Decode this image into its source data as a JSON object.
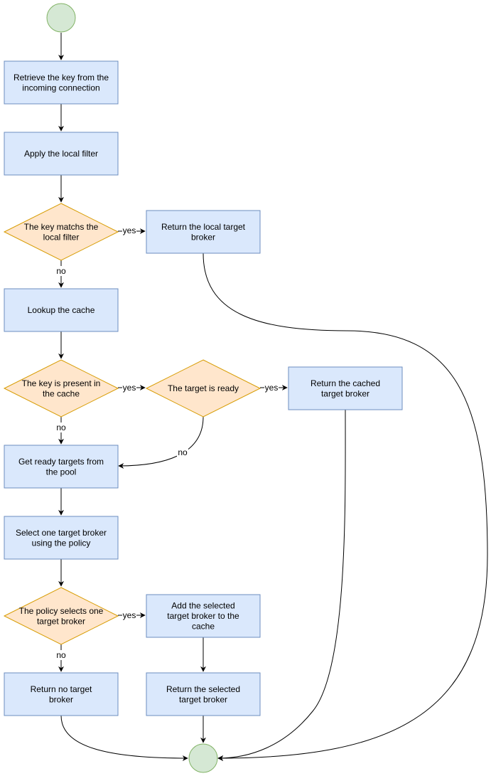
{
  "nodes": {
    "retrieve_key": "Retrieve the key from the incoming connection",
    "apply_filter": "Apply the local filter",
    "key_matches_filter": "The key matchs the local filter",
    "return_local": "Return the local target broker",
    "lookup_cache": "Lookup the cache",
    "key_in_cache": "The key is present in the cache",
    "target_ready": "The target is ready",
    "return_cached": "Return the cached target broker",
    "get_ready_targets": "Get ready targets from the pool",
    "select_target": "Select one target broker using the policy",
    "policy_selects": "The policy selects one target broker",
    "add_to_cache": "Add the selected target broker to the cache",
    "return_none": "Return no target broker",
    "return_selected": "Return the selected target broker"
  },
  "edge_labels": {
    "yes": "yes",
    "no": "no"
  },
  "colors": {
    "process_fill": "#dae8fc",
    "process_stroke": "#6c8ebf",
    "decision_fill": "#ffe6cc",
    "decision_stroke": "#d79b00",
    "terminal_fill": "#d5e8d4",
    "terminal_stroke": "#82b366"
  }
}
